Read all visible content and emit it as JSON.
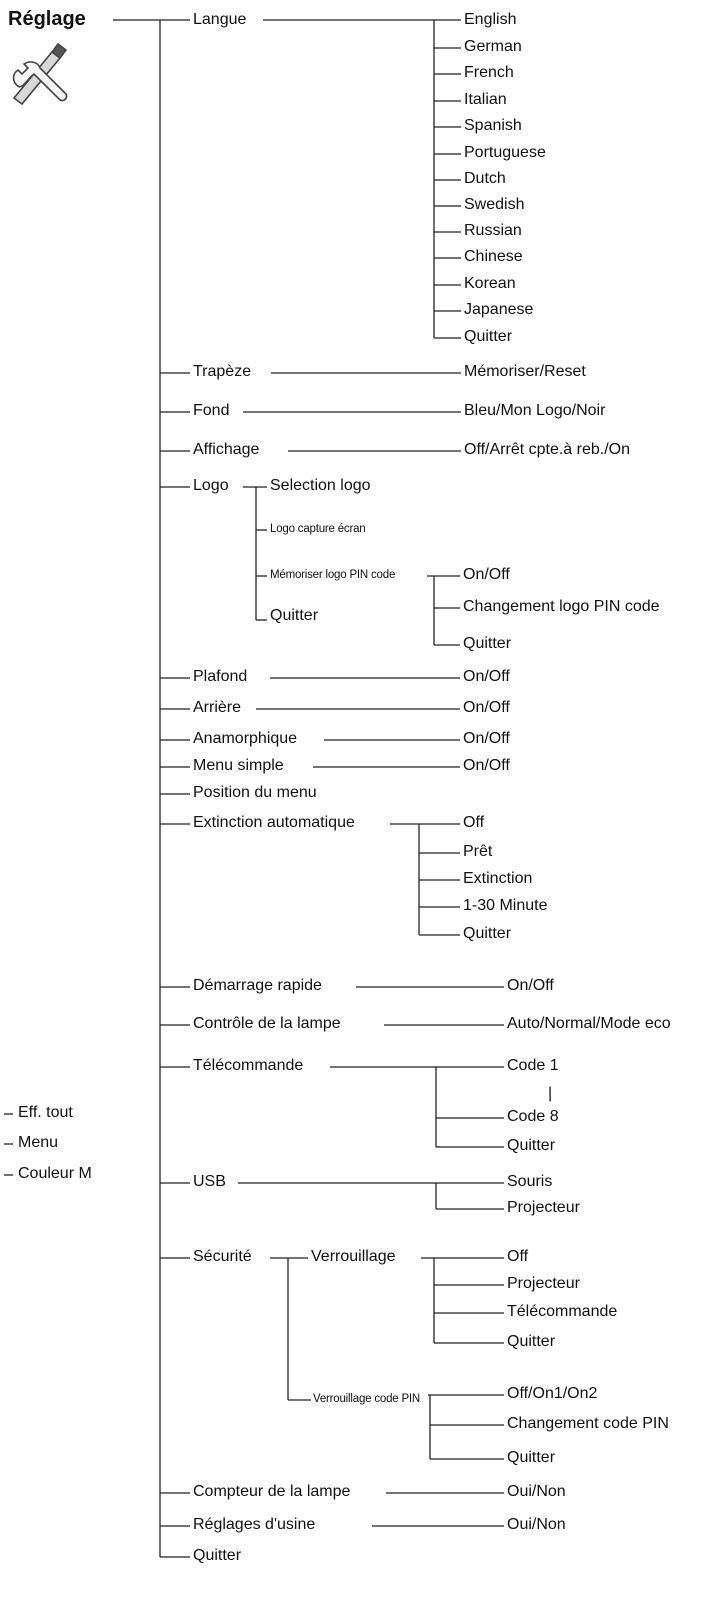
{
  "title": "Réglage",
  "icon": "wrench-screwdriver-icon",
  "side_items": [
    "Eff. tout",
    "Menu",
    "Couleur M"
  ],
  "menu": {
    "langue": {
      "label": "Langue",
      "options": [
        "English",
        "German",
        "French",
        "Italian",
        "Spanish",
        "Portuguese",
        "Dutch",
        "Swedish",
        "Russian",
        "Chinese",
        "Korean",
        "Japanese",
        "Quitter"
      ]
    },
    "trapeze": {
      "label": "Trapèze",
      "value": "Mémoriser/Reset"
    },
    "fond": {
      "label": "Fond",
      "value": "Bleu/Mon Logo/Noir"
    },
    "affichage": {
      "label": "Affichage",
      "value": "Off/Arrêt cpte.à reb./On"
    },
    "logo": {
      "label": "Logo",
      "selection": "Selection logo",
      "capture": "Logo capture écran",
      "memoriser": "Mémoriser logo PIN code",
      "quitter": "Quitter",
      "memoriser_options": [
        "On/Off",
        "Changement logo PIN code",
        "Quitter"
      ]
    },
    "plafond": {
      "label": "Plafond",
      "value": "On/Off"
    },
    "arriere": {
      "label": "Arrière",
      "value": "On/Off"
    },
    "anamorphique": {
      "label": "Anamorphique",
      "value": "On/Off"
    },
    "menu_simple": {
      "label": "Menu simple",
      "value": "On/Off"
    },
    "position_menu": {
      "label": "Position du menu"
    },
    "extinction": {
      "label": "Extinction automatique",
      "options": [
        "Off",
        "Prêt",
        "Extinction",
        "1-30 Minute",
        "Quitter"
      ]
    },
    "demarrage": {
      "label": "Démarrage rapide",
      "value": "On/Off"
    },
    "controle_lampe": {
      "label": "Contrôle de la lampe",
      "value": "Auto/Normal/Mode eco"
    },
    "telecommande": {
      "label": "Télécommande",
      "options": [
        "Code 1",
        "Code 8",
        "Quitter"
      ],
      "range_mark": "|"
    },
    "usb": {
      "label": "USB",
      "options": [
        "Souris",
        "Projecteur"
      ]
    },
    "securite": {
      "label": "Sécurité",
      "verrouillage": {
        "label": "Verrouillage",
        "options": [
          "Off",
          "Projecteur",
          "Télécommande",
          "Quitter"
        ]
      },
      "code_pin": {
        "label": "Verrouillage code PIN",
        "options": [
          "Off/On1/On2",
          "Changement code PIN",
          "Quitter"
        ]
      }
    },
    "compteur_lampe": {
      "label": "Compteur de la lampe",
      "value": "Oui/Non"
    },
    "reglages_usine": {
      "label": "Réglages d'usine",
      "value": "Oui/Non"
    },
    "quitter": {
      "label": "Quitter"
    }
  }
}
